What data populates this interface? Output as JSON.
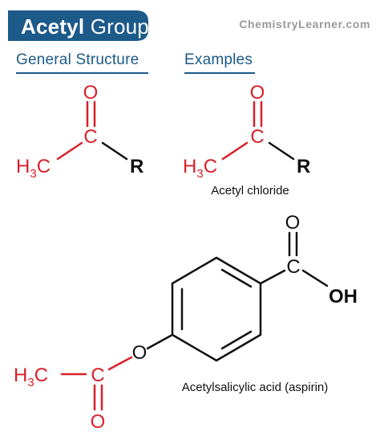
{
  "header": {
    "title_bold": "Acetyl",
    "title_light": "Group",
    "brand": "ChemistryLearner.com"
  },
  "sections": {
    "general": "General Structure",
    "examples": "Examples"
  },
  "atoms": {
    "oxygen": "O",
    "carbon": "C",
    "methyl_h": "H",
    "methyl_sub": "3",
    "methyl_c": "C",
    "r_group": "R",
    "hydroxyl": "OH"
  },
  "captions": {
    "example1": "Acetyl chloride",
    "example2": "Acetylsalicylic acid (aspirin)"
  },
  "colors": {
    "accent_red": "#d8202a",
    "bond_black": "#111111",
    "title_blue": "#1c5a8a",
    "brand_gray": "#9a9a9a"
  }
}
